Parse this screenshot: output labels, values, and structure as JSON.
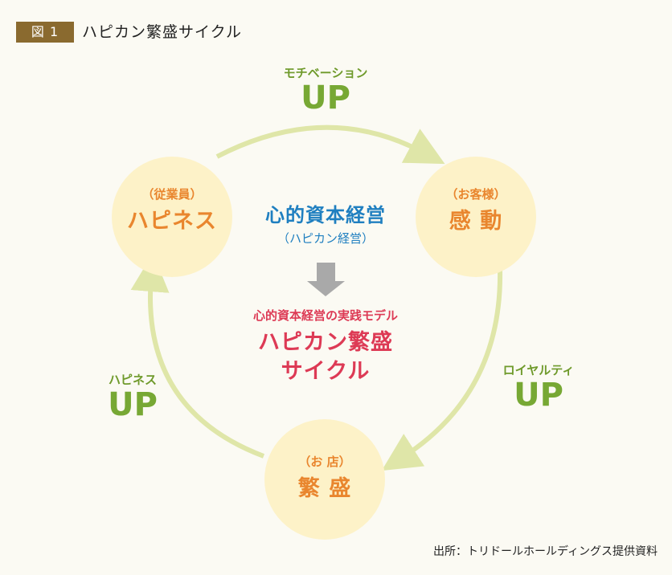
{
  "figure": {
    "number_label": "図 1",
    "title": "ハピカン繁盛サイクル"
  },
  "nodes": {
    "employee": {
      "sub": "（従業員）",
      "main": "ハピネス"
    },
    "customer": {
      "sub": "（お客様）",
      "main": "感 動"
    },
    "store": {
      "sub": "（お 店）",
      "main": "繁 盛"
    }
  },
  "arrows": {
    "top": {
      "caption": "モチベーション",
      "up": "UP"
    },
    "right": {
      "caption": "ロイヤルティ",
      "up": "UP"
    },
    "left": {
      "caption": "ハピネス",
      "up": "UP"
    }
  },
  "center": {
    "title": "心的資本経営",
    "subtitle": "（ハピカン経営）",
    "model_label": "心的資本経営の実践モデル",
    "cycle_line1": "ハピカン繁盛",
    "cycle_line2": "サイクル"
  },
  "source": "出所：トリドールホールディングス提供資料",
  "colors": {
    "background": "#fbfaf3",
    "tag": "#8a6a2f",
    "circle": "#fdf2c8",
    "orange": "#e9862e",
    "green": "#77a834",
    "blue": "#1f7fc0",
    "red": "#dd3a55",
    "arrow": "#dfe6a8",
    "gray_arrow": "#a9a9a9"
  }
}
